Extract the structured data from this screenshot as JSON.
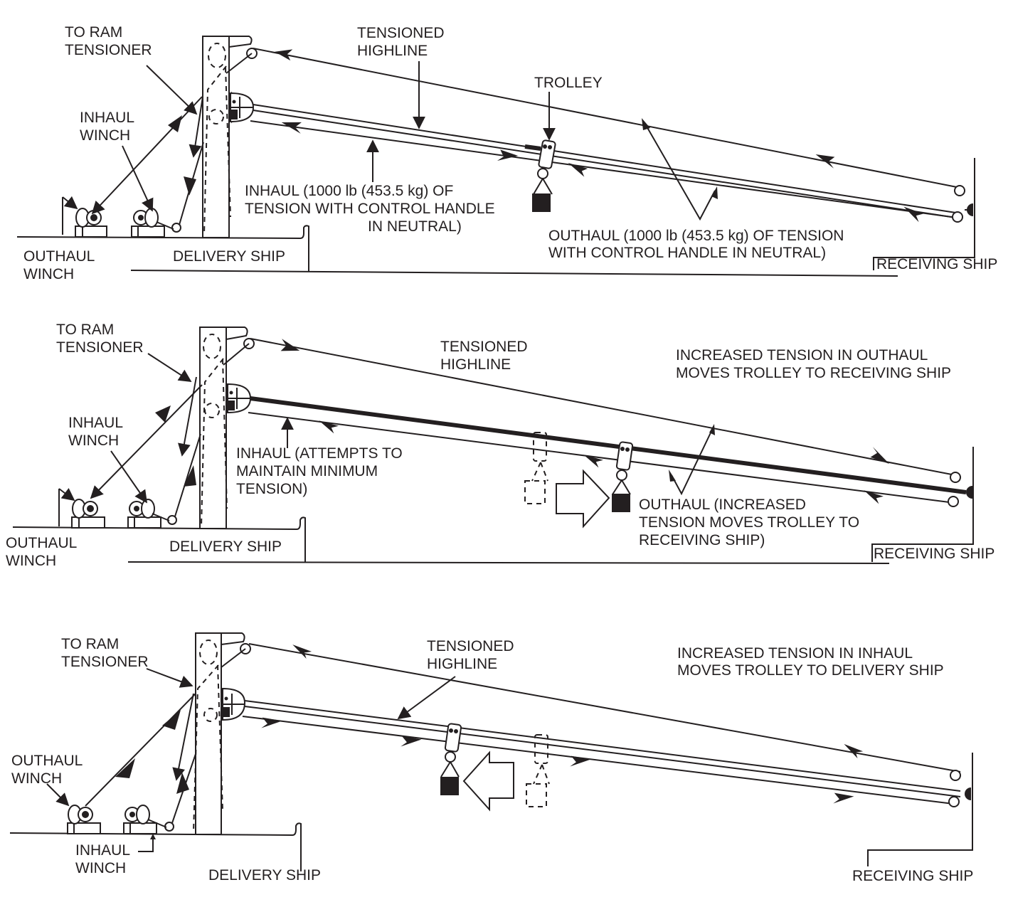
{
  "figure": {
    "colors": {
      "ink": "#231f20",
      "background": "#ffffff"
    },
    "panels": [
      {
        "id": "neutral",
        "labels": {
          "ram_tensioner": [
            "TO RAM",
            "TENSIONER"
          ],
          "inhaul_winch": [
            "INHAUL",
            "WINCH"
          ],
          "outhaul_winch": [
            "OUTHAUL",
            "WINCH"
          ],
          "delivery_ship": "DELIVERY SHIP",
          "receiving_ship": "RECEIVING SHIP",
          "highline": [
            "TENSIONED",
            "HIGHLINE"
          ],
          "trolley": "TROLLEY",
          "inhaul_note": [
            "INHAUL (1000 lb (453.5 kg) OF",
            "TENSION WITH CONTROL HANDLE",
            "IN NEUTRAL)"
          ],
          "outhaul_note": [
            "OUTHAUL (1000 lb (453.5 kg) OF TENSION",
            "WITH CONTROL HANDLE IN NEUTRAL)"
          ]
        }
      },
      {
        "id": "to-receiving",
        "labels": {
          "ram_tensioner": [
            "TO RAM",
            "TENSIONER"
          ],
          "inhaul_winch": [
            "INHAUL",
            "WINCH"
          ],
          "outhaul_winch": [
            "OUTHAUL",
            "WINCH"
          ],
          "delivery_ship": "DELIVERY SHIP",
          "receiving_ship": "RECEIVING SHIP",
          "highline": [
            "TENSIONED",
            "HIGHLINE"
          ],
          "caption": [
            "INCREASED TENSION IN OUTHAUL",
            "MOVES TROLLEY TO RECEIVING SHIP"
          ],
          "inhaul_note": [
            "INHAUL (ATTEMPTS TO",
            "MAINTAIN MINIMUM",
            "TENSION)"
          ],
          "outhaul_note": [
            "OUTHAUL (INCREASED",
            "TENSION MOVES TROLLEY TO",
            "RECEIVING SHIP)"
          ]
        }
      },
      {
        "id": "to-delivery",
        "labels": {
          "ram_tensioner": [
            "TO RAM",
            "TENSIONER"
          ],
          "outhaul_winch": [
            "OUTHAUL",
            "WINCH"
          ],
          "inhaul_winch": [
            "INHAUL",
            "WINCH"
          ],
          "delivery_ship": "DELIVERY SHIP",
          "receiving_ship": "RECEIVING SHIP",
          "highline": [
            "TENSIONED",
            "HIGHLINE"
          ],
          "caption": [
            "INCREASED TENSION IN INHAUL",
            "MOVES TROLLEY TO DELIVERY SHIP"
          ]
        }
      }
    ]
  }
}
